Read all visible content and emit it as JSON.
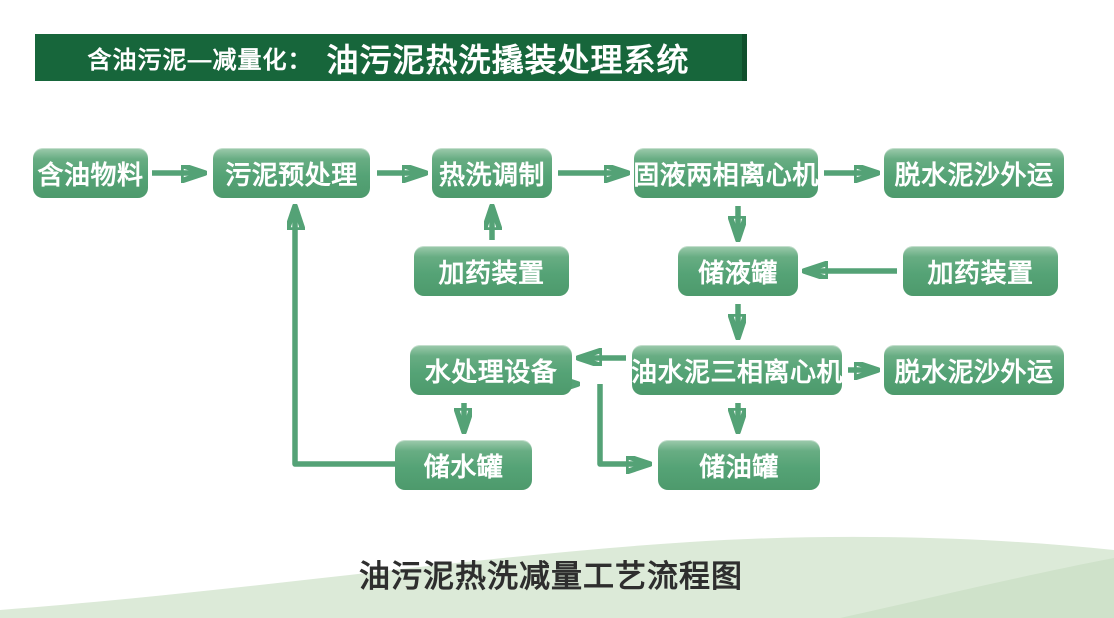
{
  "header": {
    "prefix": "含油污泥—减量化：",
    "title": "油污泥热洗撬装处理系统"
  },
  "caption": "油污泥热洗减量工艺流程图",
  "colors": {
    "header_green": "#17663b",
    "node_green_top": "#9fcbae",
    "node_green_bottom": "#4d9a6c",
    "arrow_green": "#54a276",
    "wave_light_green": "#dcead8",
    "wave_accent_green": "#cfe2ca",
    "caption_text": "#2e2e2e"
  },
  "flowchart": {
    "nodes": [
      {
        "id": "oily-material",
        "label": "含油物料"
      },
      {
        "id": "sludge-pretreatment",
        "label": "污泥预处理"
      },
      {
        "id": "hot-wash-conditioning",
        "label": "热洗调制"
      },
      {
        "id": "solid-liquid-two-phase-centrifuge",
        "label": "固液两相离心机"
      },
      {
        "id": "dewatered-sand-outbound-top",
        "label": "脱水泥沙外运"
      },
      {
        "id": "dosing-unit-left",
        "label": "加药装置"
      },
      {
        "id": "liquid-storage-tank",
        "label": "储液罐"
      },
      {
        "id": "dosing-unit-right",
        "label": "加药装置"
      },
      {
        "id": "water-treatment-equipment",
        "label": "水处理设备"
      },
      {
        "id": "oil-water-sludge-three-phase-centrifuge",
        "label": "油水泥三相离心机"
      },
      {
        "id": "dewatered-sand-outbound-bottom",
        "label": "脱水泥沙外运"
      },
      {
        "id": "water-storage-tank",
        "label": "储水罐"
      },
      {
        "id": "oil-storage-tank",
        "label": "储油罐"
      }
    ],
    "edges": [
      {
        "from": "oily-material",
        "to": "sludge-pretreatment"
      },
      {
        "from": "sludge-pretreatment",
        "to": "hot-wash-conditioning"
      },
      {
        "from": "hot-wash-conditioning",
        "to": "solid-liquid-two-phase-centrifuge"
      },
      {
        "from": "solid-liquid-two-phase-centrifuge",
        "to": "dewatered-sand-outbound-top"
      },
      {
        "from": "dosing-unit-left",
        "to": "hot-wash-conditioning"
      },
      {
        "from": "solid-liquid-two-phase-centrifuge",
        "to": "liquid-storage-tank"
      },
      {
        "from": "dosing-unit-right",
        "to": "liquid-storage-tank"
      },
      {
        "from": "liquid-storage-tank",
        "to": "oil-water-sludge-three-phase-centrifuge"
      },
      {
        "from": "oil-water-sludge-three-phase-centrifuge",
        "to": "water-treatment-equipment"
      },
      {
        "from": "oil-water-sludge-three-phase-centrifuge",
        "to": "dewatered-sand-outbound-bottom"
      },
      {
        "from": "oil-water-sludge-three-phase-centrifuge",
        "to": "oil-storage-tank"
      },
      {
        "from": "water-treatment-equipment",
        "to": "water-storage-tank"
      },
      {
        "from": "water-treatment-equipment",
        "to": "oil-storage-tank"
      },
      {
        "from": "water-storage-tank",
        "to": "sludge-pretreatment"
      }
    ]
  }
}
